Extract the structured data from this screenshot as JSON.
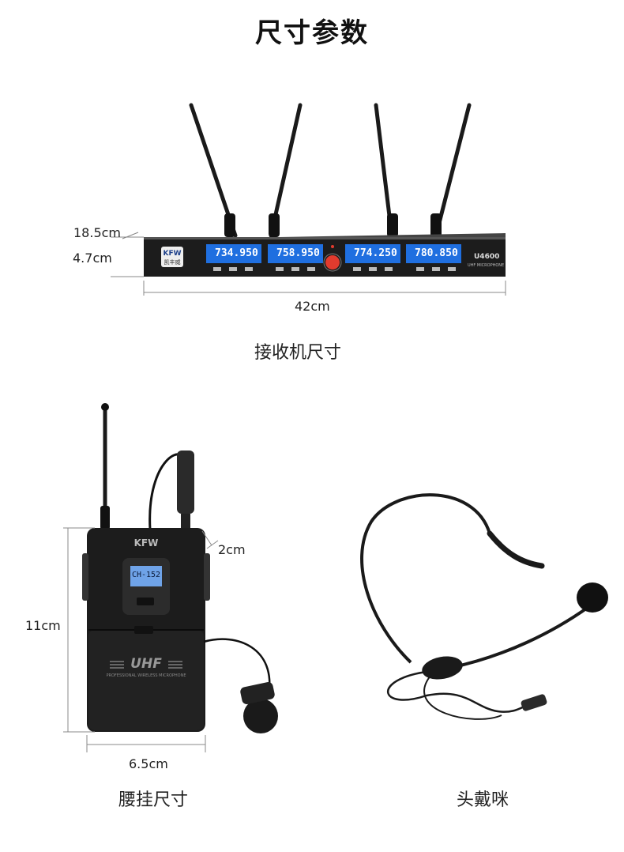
{
  "title": "尺寸参数",
  "receiver": {
    "brand": "KFW",
    "brand_cn": "凯丰威",
    "model": "U4600",
    "model_sub": "UHF MICROPHONE",
    "channels": [
      "734.950",
      "758.950",
      "774.250",
      "780.850"
    ],
    "depth_label": "18.5cm",
    "height_label": "4.7cm",
    "width_label": "42cm",
    "caption": "接收机尺寸"
  },
  "bodypack": {
    "brand": "KFW",
    "screen_text": "CH-152",
    "panel_text": "UHF",
    "panel_sub": "PROFESSIONAL WIRELESS MICROPHONE",
    "thickness_label": "2cm",
    "height_label": "11cm",
    "width_label": "6.5cm",
    "caption": "腰挂尺寸"
  },
  "headset": {
    "caption": "头戴咪"
  },
  "colors": {
    "lcd": "#1f6fe0",
    "body": "#1c1c1c",
    "accent_red": "#e23b2e"
  }
}
